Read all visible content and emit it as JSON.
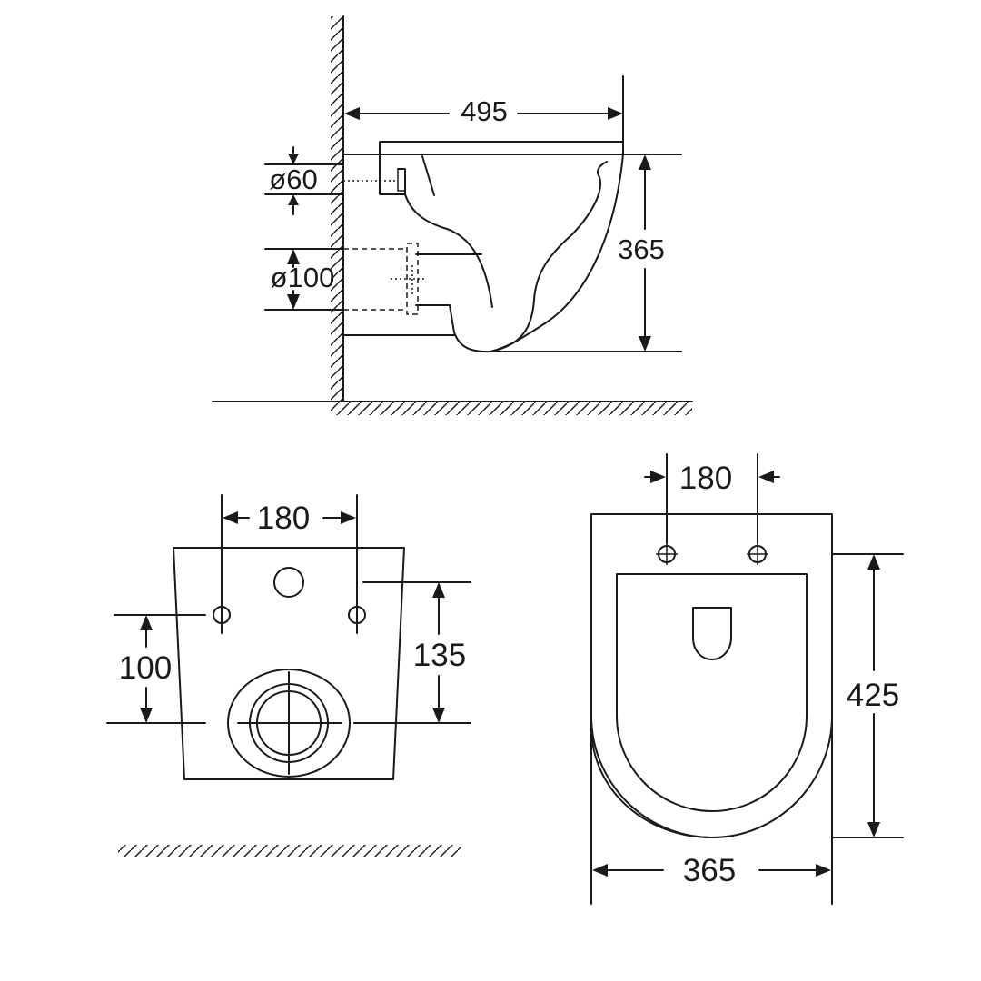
{
  "side_view": {
    "dims": {
      "width": "495",
      "height": "365",
      "inlet": "ø60",
      "outlet": "ø100"
    }
  },
  "rear_view": {
    "dims": {
      "bolt_spacing": "180",
      "bolt_to_outlet": "100",
      "inlet_to_outlet": "135"
    }
  },
  "top_view": {
    "dims": {
      "bolt_spacing": "180",
      "length": "425",
      "width": "365"
    }
  },
  "colors": {
    "line": "#1a1a1a",
    "background": "#ffffff"
  }
}
